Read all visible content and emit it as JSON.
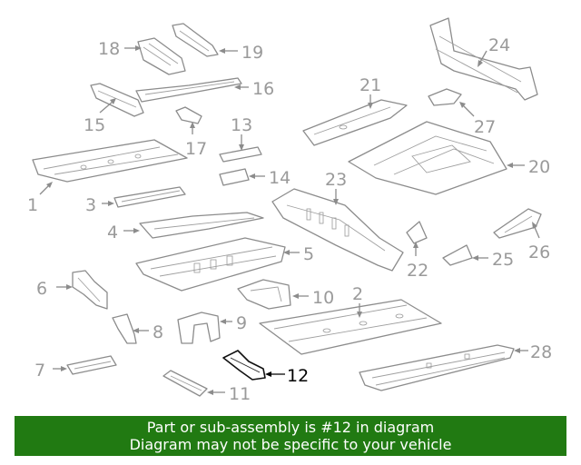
{
  "diagram": {
    "highlighted_part": "12",
    "callouts": [
      "1",
      "2",
      "3",
      "4",
      "5",
      "6",
      "7",
      "8",
      "9",
      "10",
      "11",
      "12",
      "13",
      "14",
      "15",
      "16",
      "17",
      "18",
      "19",
      "20",
      "21",
      "22",
      "23",
      "24",
      "25",
      "26",
      "27",
      "28"
    ]
  },
  "banner": {
    "line1": "Part or sub-assembly is #12 in diagram",
    "line2": "Diagram may not be specific to your vehicle",
    "background_color": "#217a12",
    "text_color": "#ffffff"
  }
}
